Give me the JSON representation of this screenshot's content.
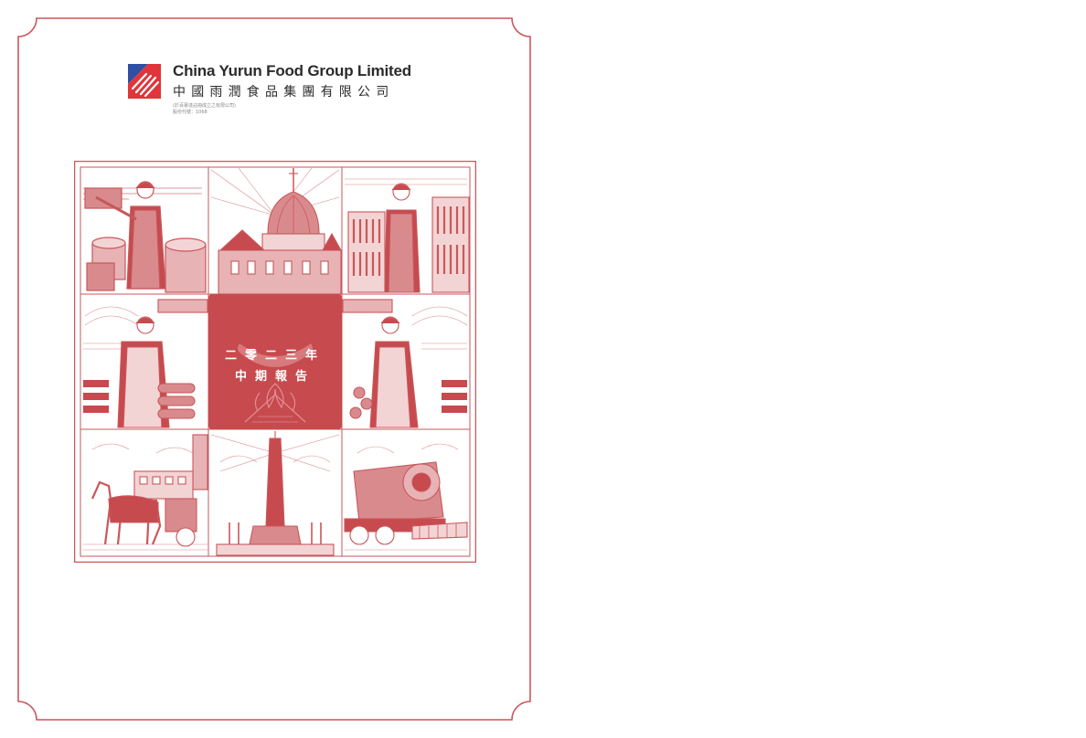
{
  "company": {
    "name_en": "China Yurun Food Group Limited",
    "name_cn": "中國雨潤食品集團有限公司",
    "incorporation_note": "(於百慕達註冊成立之有限公司)",
    "stock_code": "股份代號：1068"
  },
  "report": {
    "title_line1": "二零二三年",
    "title_line2": "中期報告"
  },
  "colors": {
    "accent_red": "#c64a4e",
    "logo_blue": "#2f4fa3",
    "logo_red": "#e0353a",
    "border": "#c9575b"
  },
  "artwork_panels": [
    "sausage-making-worker-icon",
    "orthodox-church-dome-icon",
    "sausage-rack-worker-icon",
    "sausage-stuffing-worker-left-icon",
    "sausage-stuffing-worker-right-icon",
    "horse-carriage-icon",
    "monument-tower-icon",
    "steam-locomotive-icon"
  ]
}
